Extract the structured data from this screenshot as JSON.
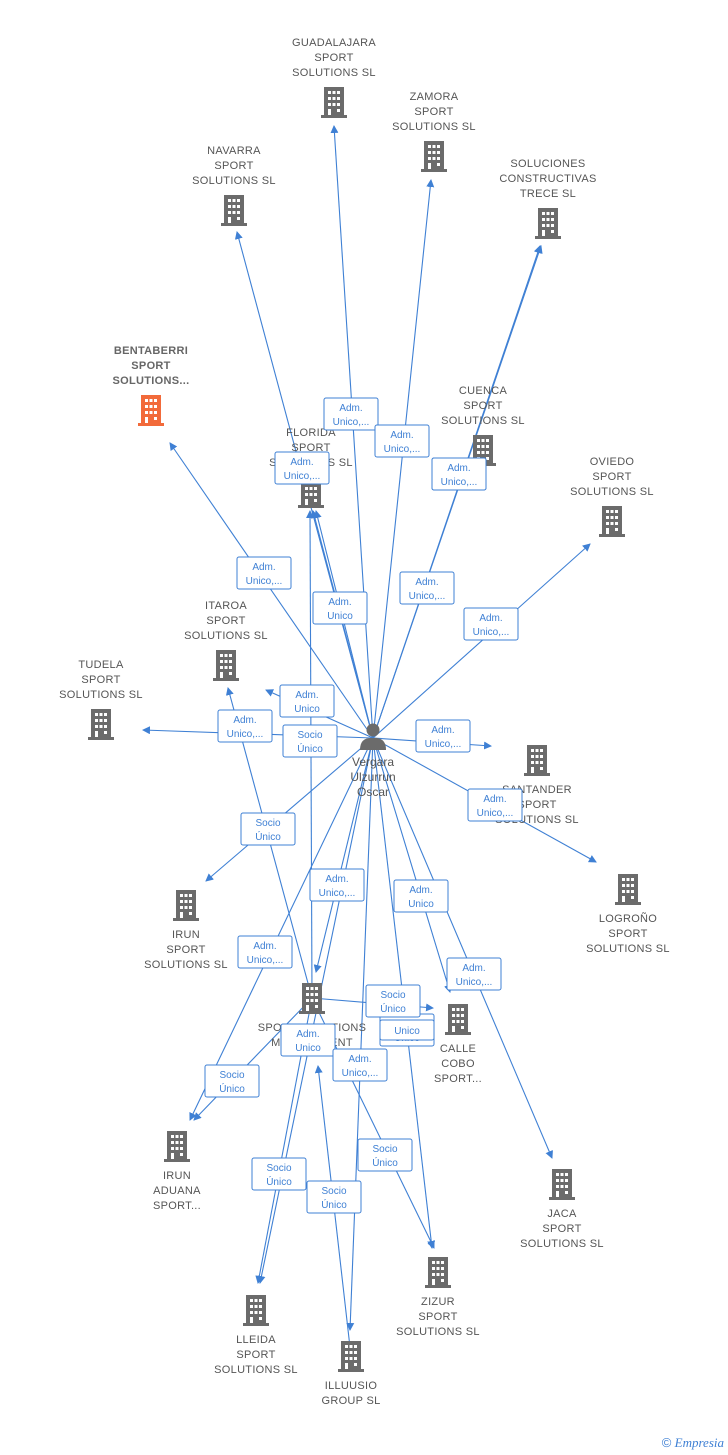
{
  "colors": {
    "edge": "#3f80d4",
    "building": "#6b6b6b",
    "highlight": "#f26a3a",
    "label": "#555555"
  },
  "person": {
    "lines": [
      "Vergara",
      "Ulzurrun",
      "Oscar"
    ],
    "icon": "person-icon"
  },
  "companies": [
    {
      "id": "guadalajara",
      "lines": [
        "GUADALAJARA",
        "SPORT",
        "SOLUTIONS  SL"
      ]
    },
    {
      "id": "zamora",
      "lines": [
        "ZAMORA",
        "SPORT",
        "SOLUTIONS  SL"
      ]
    },
    {
      "id": "navarra",
      "lines": [
        "NAVARRA",
        "SPORT",
        "SOLUTIONS  SL"
      ]
    },
    {
      "id": "soluciones",
      "lines": [
        "SOLUCIONES",
        "CONSTRUCTIVAS",
        "TRECE  SL"
      ]
    },
    {
      "id": "bentaberri",
      "lines": [
        "BENTABERRI",
        "SPORT",
        "SOLUTIONS..."
      ],
      "highlight": true
    },
    {
      "id": "cuenca",
      "lines": [
        "CUENCA",
        "SPORT",
        "SOLUTIONS  SL"
      ]
    },
    {
      "id": "florida",
      "lines": [
        "FLORIDA",
        "SPORT",
        "SOLUTIONS  SL"
      ]
    },
    {
      "id": "oviedo",
      "lines": [
        "OVIEDO",
        "SPORT",
        "SOLUTIONS  SL"
      ]
    },
    {
      "id": "itaroa",
      "lines": [
        "ITAROA",
        "SPORT",
        "SOLUTIONS  SL"
      ]
    },
    {
      "id": "tudela",
      "lines": [
        "TUDELA",
        "SPORT",
        "SOLUTIONS  SL"
      ]
    },
    {
      "id": "santander",
      "lines": [
        "SANTANDER",
        "SPORT",
        "SOLUTIONS  SL"
      ]
    },
    {
      "id": "logrono",
      "lines": [
        "LOGROÑO",
        "SPORT",
        "SOLUTIONS  SL"
      ]
    },
    {
      "id": "irun",
      "lines": [
        "IRUN",
        "SPORT",
        "SOLUTIONS  SL"
      ]
    },
    {
      "id": "management",
      "lines": [
        "SPORT SOLUTIONS",
        "MANAGEMENT"
      ]
    },
    {
      "id": "callecobo",
      "lines": [
        "CALLE",
        "COBO",
        "SPORT..."
      ]
    },
    {
      "id": "irunaduana",
      "lines": [
        "IRUN",
        "ADUANA",
        "SPORT..."
      ]
    },
    {
      "id": "jaca",
      "lines": [
        "JACA",
        "SPORT",
        "SOLUTIONS  SL"
      ]
    },
    {
      "id": "lleida",
      "lines": [
        "LLEIDA",
        "SPORT",
        "SOLUTIONS  SL"
      ]
    },
    {
      "id": "zizur",
      "lines": [
        "ZIZUR",
        "SPORT",
        "SOLUTIONS  SL"
      ]
    },
    {
      "id": "illuusio",
      "lines": [
        "ILLUUSIO",
        "GROUP  SL"
      ]
    }
  ],
  "relations": [
    {
      "lines": [
        "Adm.",
        "Unico,..."
      ]
    },
    {
      "lines": [
        "Adm.",
        "Unico,..."
      ]
    },
    {
      "lines": [
        "Adm.",
        "Unico,..."
      ]
    },
    {
      "lines": [
        "Adm.",
        "Unico,..."
      ]
    },
    {
      "lines": [
        "Adm.",
        "Unico,..."
      ]
    },
    {
      "lines": [
        "Adm.",
        "Unico,..."
      ]
    },
    {
      "lines": [
        "Adm.",
        "Unico"
      ]
    },
    {
      "lines": [
        "Adm.",
        "Unico,..."
      ]
    },
    {
      "lines": [
        "Adm.",
        "Unico,..."
      ]
    },
    {
      "lines": [
        "Adm.",
        "Unico"
      ]
    },
    {
      "lines": [
        "Adm.",
        "Unico,..."
      ]
    },
    {
      "lines": [
        "Socio",
        "Único"
      ]
    },
    {
      "lines": [
        "Adm.",
        "Unico,..."
      ]
    },
    {
      "lines": [
        "Adm.",
        "Unico,..."
      ]
    },
    {
      "lines": [
        "Adm.",
        "Unico,..."
      ]
    },
    {
      "lines": [
        "Socio",
        "Único"
      ]
    },
    {
      "lines": [
        "Adm.",
        "Unico,..."
      ]
    },
    {
      "lines": [
        "Adm.",
        "Unico"
      ]
    },
    {
      "lines": [
        "Adm.",
        "Unico"
      ]
    },
    {
      "lines": [
        "Adm.",
        "Unico,..."
      ]
    },
    {
      "lines": [
        "Socio",
        "Único"
      ]
    },
    {
      "lines": [
        "Unico"
      ]
    },
    {
      "lines": [
        "Adm.",
        "Unico"
      ]
    },
    {
      "lines": [
        "Adm.",
        "Unico,..."
      ]
    },
    {
      "lines": [
        "Socio",
        "Único"
      ]
    },
    {
      "lines": [
        "Socio",
        "Único"
      ]
    },
    {
      "lines": [
        "Socio",
        "Único"
      ]
    },
    {
      "lines": [
        "Socio",
        "Único"
      ]
    }
  ],
  "footer": {
    "copyright": "©",
    "brand": "Empresia"
  }
}
